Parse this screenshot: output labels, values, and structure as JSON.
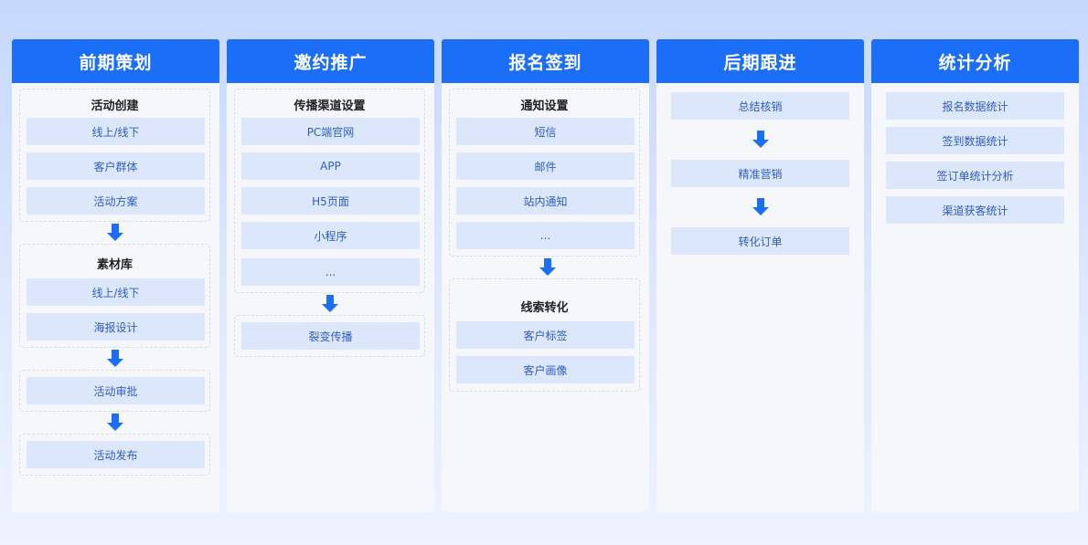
{
  "columns": [
    {
      "title": "前期策划",
      "groups": [
        {
          "title": "活动创建",
          "items": [
            "线上/线下",
            "客户群体",
            "活动方案"
          ]
        },
        {
          "title": "素材库",
          "items": [
            "线上/线下",
            "海报设计"
          ]
        },
        {
          "title": "",
          "items": [
            "活动审批"
          ]
        },
        {
          "title": "",
          "items": [
            "活动发布"
          ]
        }
      ]
    },
    {
      "title": "邀约推广",
      "groups": [
        {
          "title": "传播渠道设置",
          "items": [
            "PC端官网",
            "APP",
            "H5页面",
            "小程序",
            "..."
          ]
        },
        {
          "title": "",
          "items": [
            "裂变传播"
          ]
        }
      ]
    },
    {
      "title": "报名签到",
      "groups": [
        {
          "title": "通知设置",
          "items": [
            "短信",
            "邮件",
            "站内通知",
            "..."
          ]
        },
        {
          "title": "线索转化",
          "items": [
            "客户标签",
            "客户画像"
          ]
        }
      ]
    },
    {
      "title": "后期跟进",
      "items": [
        "总结核销",
        "精准营销",
        "转化订单"
      ]
    },
    {
      "title": "统计分析",
      "items": [
        "报名数据统计",
        "签到数据统计",
        "签订单统计分析",
        "渠道获客统计"
      ]
    }
  ],
  "colors": {
    "header": "#1a6ef7",
    "item_bg": "#dce7fb",
    "item_text": "#2f5ec4",
    "arrow": "#1a6ef7"
  }
}
